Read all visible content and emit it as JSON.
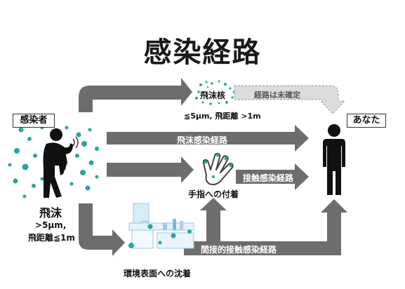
{
  "title": "感染経路",
  "infected_label": "感染者",
  "you_label": "あなた",
  "droplet": {
    "label": "飛沫",
    "size": ">5μm,",
    "distance": "飛距離≦1m"
  },
  "droplet_nuclei": {
    "label": "飛沫核",
    "spec": "≦5μm, 飛距離 >1m"
  },
  "routes": {
    "unconfirmed": "経路は未確定",
    "droplet_route": "飛沫感染経路",
    "contact_route": "接触感染経路",
    "indirect_contact_route": "間接的接触感染経路"
  },
  "finger_adhesion": "手指への付着",
  "surface_deposition": "環境表面への沈着",
  "colors": {
    "arrow": "#6d6d6d",
    "dashed_arrow": "#d9d9d9",
    "droplet_teal": "#2aa59c",
    "figure": "#111111"
  }
}
